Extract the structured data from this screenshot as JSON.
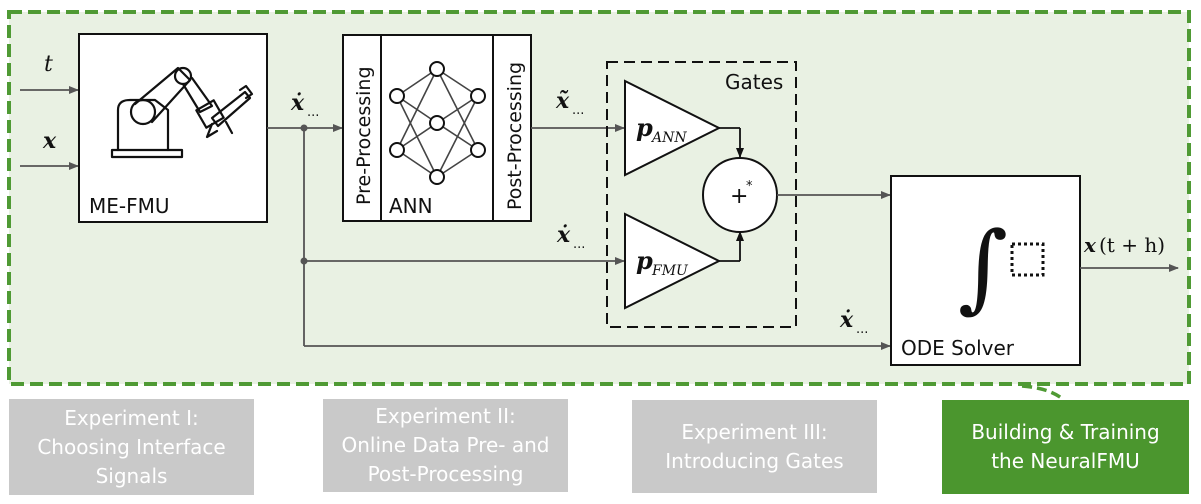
{
  "diagram": {
    "inputs": {
      "t": "t",
      "x": "x"
    },
    "fmu_label": "ME-FMU",
    "ann": {
      "pre": "Pre-Processing",
      "label": "ANN",
      "post": "Post-Processing"
    },
    "signals": {
      "xdot": "ẋ",
      "xtilde": "x̃",
      "dots": "..."
    },
    "gates": {
      "title": "Gates",
      "p": "p",
      "p_ann_sub": "ANN",
      "p_fmu_sub": "FMU",
      "sum": "+",
      "sum_sup": "*"
    },
    "solver": {
      "label": "ODE Solver",
      "integral": "∫"
    },
    "output": {
      "x": "x",
      "rest": "(t + h)"
    }
  },
  "experiments": [
    {
      "label": "Experiment I:\nChoosing Interface\nSignals",
      "active": false
    },
    {
      "label": "Experiment II:\nOnline Data Pre- and\nPost-Processing",
      "active": false
    },
    {
      "label": "Experiment III:\nIntroducing Gates",
      "active": false
    },
    {
      "label": "Building & Training\nthe NeuralFMU",
      "active": true
    }
  ],
  "colors": {
    "frame_green": "#4f9a34",
    "frame_fill": "#e9f1e3",
    "inactive_box": "#c9c9c9",
    "active_box": "#4b962e"
  }
}
